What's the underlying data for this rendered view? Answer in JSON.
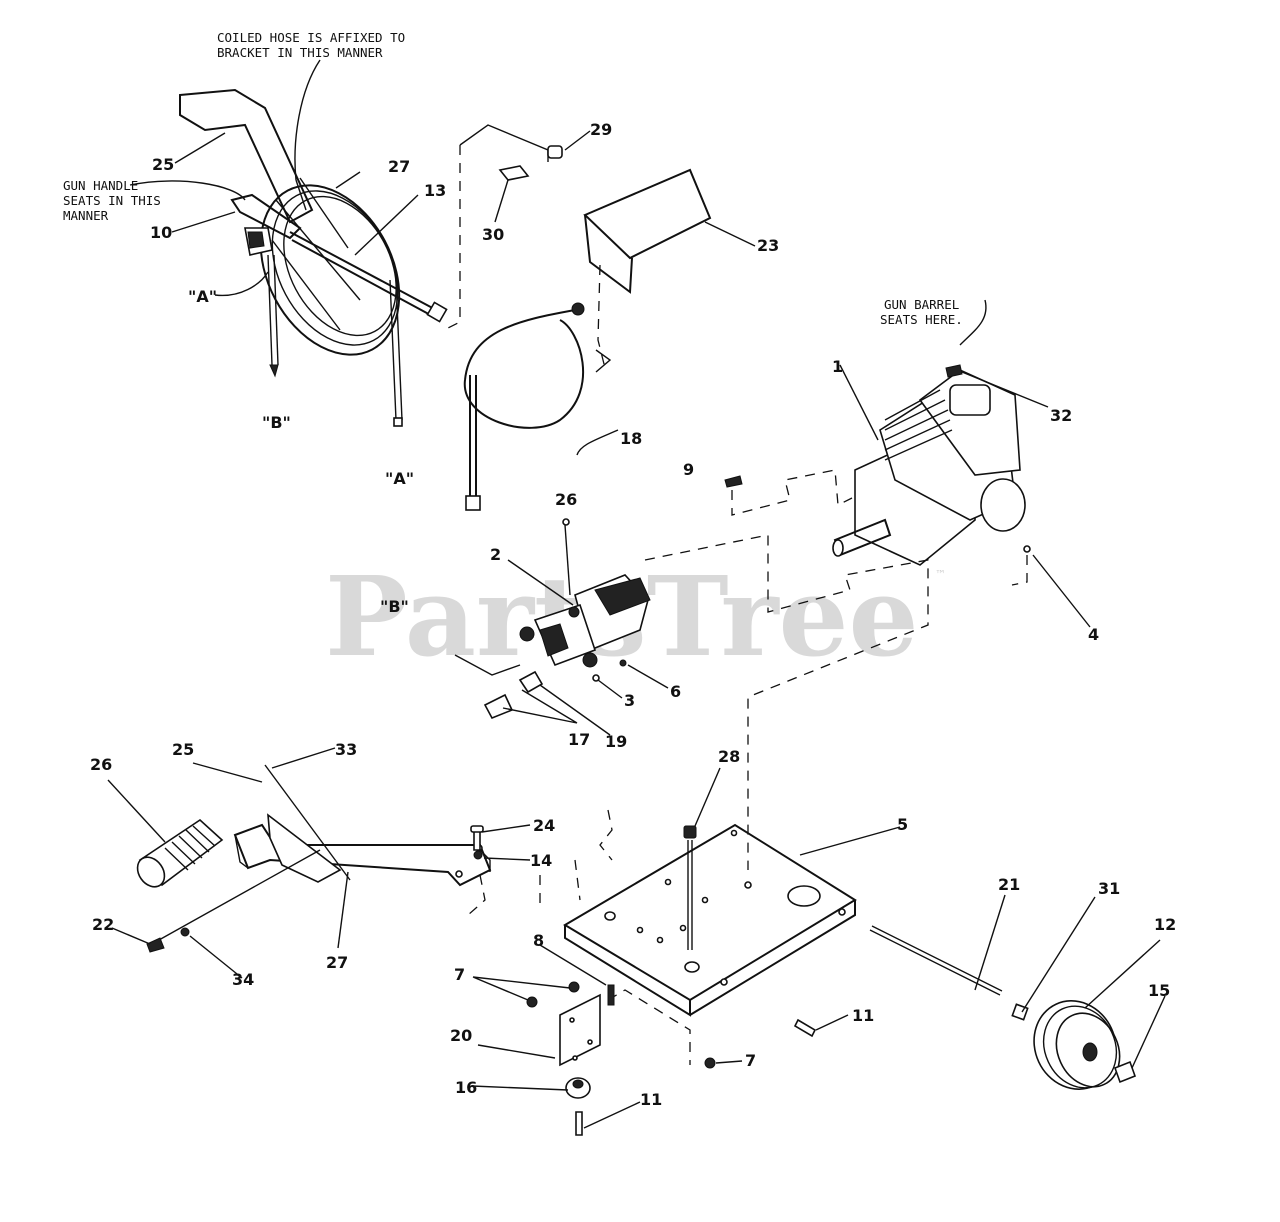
{
  "watermark": {
    "text": "PartsTree",
    "tm": "™"
  },
  "notes": {
    "coiled_hose": [
      "COILED HOSE IS AFFIXED TO",
      "BRACKET IN THIS MANNER"
    ],
    "gun_handle": [
      "GUN HANDLE",
      "SEATS IN THIS",
      "MANNER"
    ],
    "gun_barrel": [
      "GUN BARREL",
      "SEATS HERE."
    ]
  },
  "callouts": {
    "c1": "1",
    "c2": "2",
    "c3": "3",
    "c4": "4",
    "c5": "5",
    "c6": "6",
    "c7a": "7",
    "c7b": "7",
    "c8a": "8",
    "c8b": "9",
    "c10": "10",
    "c11a": "11",
    "c11b": "11",
    "c12": "12",
    "c13": "13",
    "c14": "14",
    "c15": "15",
    "c16": "16",
    "c17": "17",
    "c18": "18",
    "c19": "19",
    "c20": "20",
    "c21": "21",
    "c22": "22",
    "c23": "23",
    "c24": "24",
    "c25a": "25",
    "c25b": "25",
    "c26a": "26",
    "c26b": "26",
    "c27a": "27",
    "c27b": "27",
    "c28": "28",
    "c29": "29",
    "c30": "30",
    "c31": "31",
    "c32": "32",
    "c33": "33",
    "c34": "34"
  },
  "connection_marks": {
    "a1": "\"A\"",
    "a2": "\"A\"",
    "b1": "\"B\"",
    "b2": "\"B\""
  }
}
